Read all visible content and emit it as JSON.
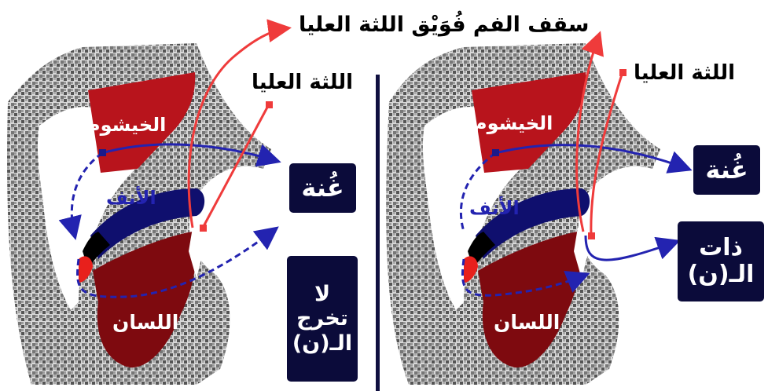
{
  "top_caption": "سقف الفم فُوَيْق اللثة العليا",
  "left_panel": {
    "upper_gum": "اللثة العليا",
    "nasal_cavity": "الخيشوم",
    "nose": "الأنف",
    "tongue": "اللسان",
    "ghunna_box": "غُنة",
    "no_nun_line1": "لا",
    "no_nun_line2": "تخرج",
    "no_nun_line3": "الـ(ن)"
  },
  "right_panel": {
    "upper_gum": "اللثة العليا",
    "nasal_cavity": "الخيشوم",
    "nose": "الأنف",
    "tongue": "اللسان",
    "ghunna_box": "غُنة",
    "with_nun_line1": "ذات",
    "with_nun_line2": "الـ(ن)"
  },
  "colors": {
    "nasal_red": "#b8141c",
    "tongue_red": "#7e0a0f",
    "pointer_red": "#ef3b3b",
    "nose_blue": "#2323b0",
    "box_navy": "#0b0b3a",
    "divider": "#101040"
  }
}
